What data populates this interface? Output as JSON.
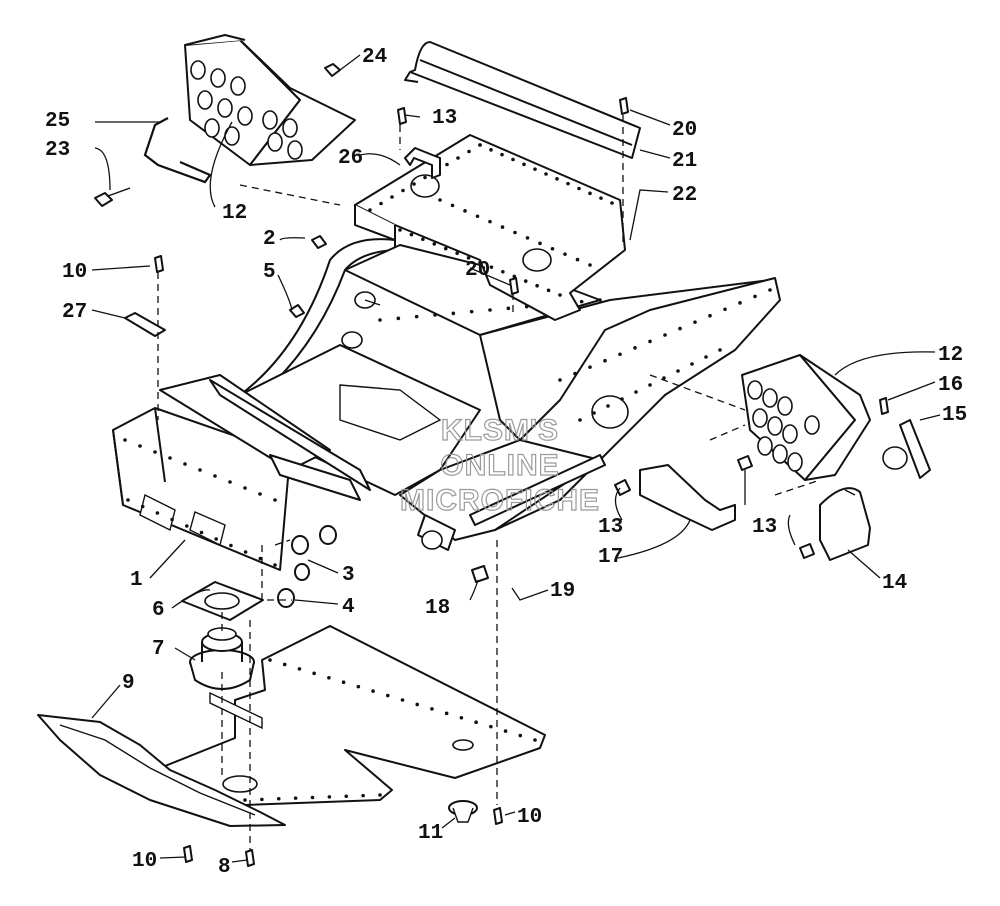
{
  "watermark": {
    "lines": [
      "KLSM'S",
      "ONLINE",
      "MICROFICHE"
    ],
    "color": "#9a9a9a"
  },
  "callouts": [
    {
      "id": "c24",
      "text": "24"
    },
    {
      "id": "c25",
      "text": "25"
    },
    {
      "id": "c23",
      "text": "23"
    },
    {
      "id": "c12a",
      "text": "12"
    },
    {
      "id": "c13a",
      "text": "13"
    },
    {
      "id": "c26",
      "text": "26"
    },
    {
      "id": "c20a",
      "text": "20"
    },
    {
      "id": "c21",
      "text": "21"
    },
    {
      "id": "c22",
      "text": "22"
    },
    {
      "id": "c2",
      "text": "2"
    },
    {
      "id": "c5",
      "text": "5"
    },
    {
      "id": "c20b",
      "text": "20"
    },
    {
      "id": "c10a",
      "text": "10"
    },
    {
      "id": "c27",
      "text": "27"
    },
    {
      "id": "c12b",
      "text": "12"
    },
    {
      "id": "c16",
      "text": "16"
    },
    {
      "id": "c15",
      "text": "15"
    },
    {
      "id": "c13b",
      "text": "13"
    },
    {
      "id": "c13c",
      "text": "13"
    },
    {
      "id": "c17",
      "text": "17"
    },
    {
      "id": "c14",
      "text": "14"
    },
    {
      "id": "c1",
      "text": "1"
    },
    {
      "id": "c3",
      "text": "3"
    },
    {
      "id": "c4",
      "text": "4"
    },
    {
      "id": "c6",
      "text": "6"
    },
    {
      "id": "c18",
      "text": "18"
    },
    {
      "id": "c19",
      "text": "19"
    },
    {
      "id": "c7",
      "text": "7"
    },
    {
      "id": "c9",
      "text": "9"
    },
    {
      "id": "c10b",
      "text": "10"
    },
    {
      "id": "c11",
      "text": "11"
    },
    {
      "id": "c10c",
      "text": "10"
    },
    {
      "id": "c8",
      "text": "8"
    }
  ]
}
